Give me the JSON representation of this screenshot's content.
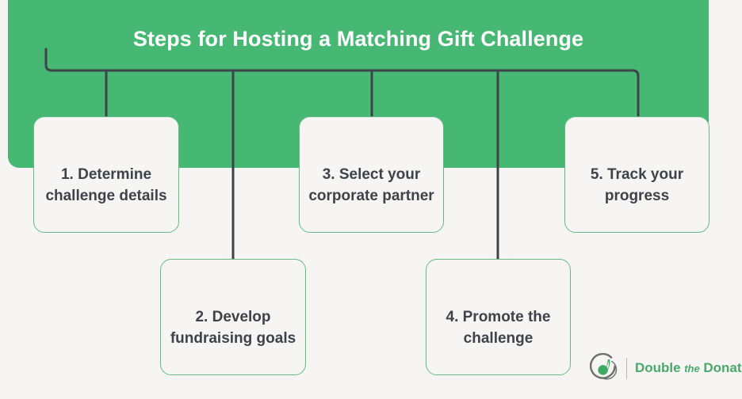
{
  "banner": {
    "title": "Steps for Hosting a Matching Gift Challenge",
    "color": "#46b873"
  },
  "page": {
    "background_color": "#f7f5f4",
    "card_border_color": "#63bd83",
    "card_fill_color": "#f7f5f4",
    "connector_color": "#3d4349",
    "text_color": "#3d4349"
  },
  "steps": [
    {
      "id": 1,
      "label": "1. Determine challenge details"
    },
    {
      "id": 2,
      "label": "2. Develop fundraising goals"
    },
    {
      "id": 3,
      "label": "3. Select your corporate partner"
    },
    {
      "id": 4,
      "label": "4. Promote the challenge"
    },
    {
      "id": 5,
      "label": "5. Track your progress"
    }
  ],
  "logo": {
    "word_1": "Double",
    "word_2": "the",
    "word_3": "Donation",
    "mark_name": "double-the-donation-circle-mark",
    "text_color": "#4aa868"
  }
}
